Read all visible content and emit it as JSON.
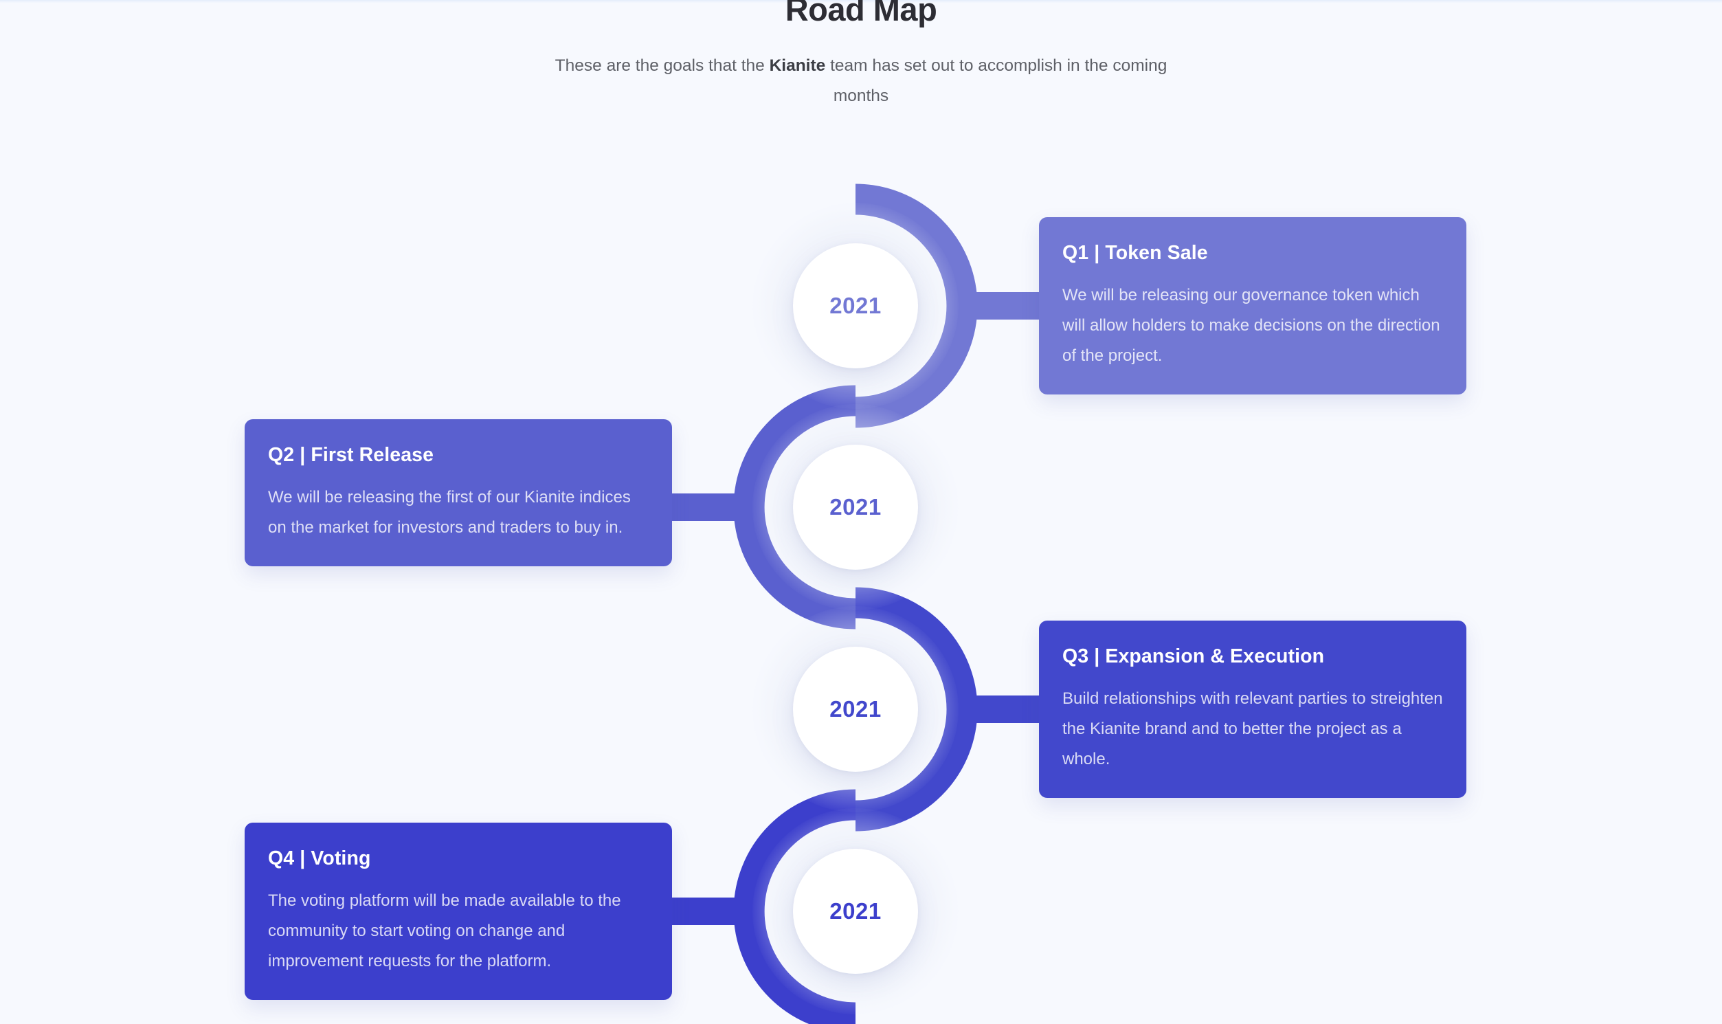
{
  "header": {
    "title": "Road Map",
    "subtitle_before": "These are the goals that the ",
    "subtitle_brand": "Kianite",
    "subtitle_after": " team has set out to accomplish in the coming months"
  },
  "theme": {
    "page_background": "#f7f9fe",
    "title_color": "#2d2d34",
    "subtitle_color": "#5e6067",
    "node_background": "#ffffff"
  },
  "milestones": [
    {
      "id": "q1",
      "year": "2021",
      "year_color": "#7278d4",
      "title": "Q1 | Token Sale",
      "body": "We will be releasing our governance token which will allow holders to make decisions on the direction of the project.",
      "card_color": "#7278d4",
      "arc_color": "#7278d4",
      "side": "right"
    },
    {
      "id": "q2",
      "year": "2021",
      "year_color": "#5a60cf",
      "title": "Q2 | First Release",
      "body": "We will be releasing the first of our Kianite indices on the market for investors and traders to buy in.",
      "card_color": "#5a60cf",
      "arc_color": "#5a60cf",
      "side": "left"
    },
    {
      "id": "q3",
      "year": "2021",
      "year_color": "#4248cc",
      "title": "Q3 | Expansion & Execution",
      "body": "Build relationships with relevant parties to streighten the Kianite brand and to better the project as a whole.",
      "card_color": "#4248cc",
      "arc_color": "#4248cc",
      "side": "right"
    },
    {
      "id": "q4",
      "year": "2021",
      "year_color": "#3c3fcc",
      "title": "Q4 | Voting",
      "body": "The voting platform will be made available to the community to start voting on change and improvement requests for the platform.",
      "card_color": "#3c3fcc",
      "arc_color": "#3c3fcc",
      "side": "left"
    }
  ]
}
